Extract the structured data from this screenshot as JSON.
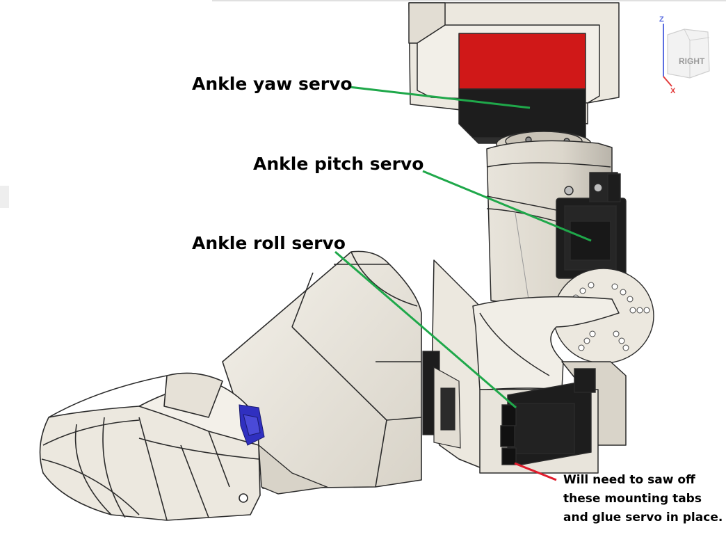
{
  "labels": {
    "yaw": "Ankle yaw servo",
    "pitch": "Ankle pitch servo",
    "roll": "Ankle roll servo"
  },
  "note": {
    "line1": "Will need to saw off",
    "line2": "these mounting tabs",
    "line3": "and glue servo in place."
  },
  "viewcube": {
    "face": "RIGHT",
    "axis_z": "Z",
    "axis_x": "X"
  },
  "colors": {
    "body": "#ece8df",
    "outline": "#2b2b2b",
    "servo": "#1d1d1d",
    "servo_red": "#d01818",
    "leader": "#1fa84a",
    "note_leader": "#e01b2b",
    "blue_part": "#3030c0"
  }
}
